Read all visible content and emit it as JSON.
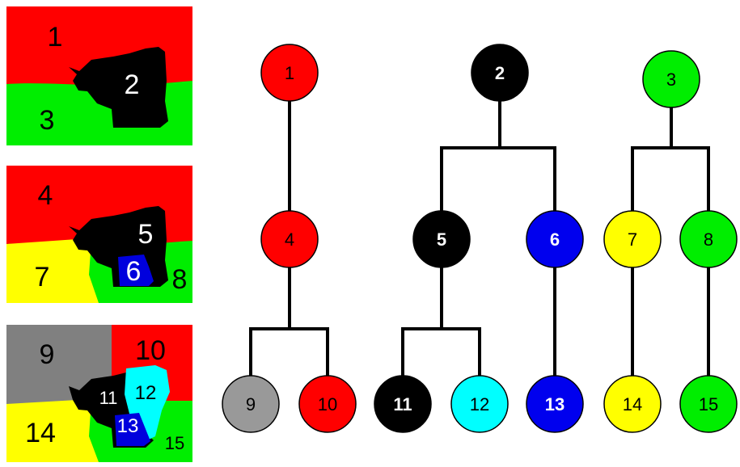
{
  "panels": [
    {
      "regions": [
        {
          "label": "1",
          "color": "#ff0000"
        },
        {
          "label": "2",
          "color": "#000000"
        },
        {
          "label": "3",
          "color": "#00ee00"
        }
      ]
    },
    {
      "regions": [
        {
          "label": "4",
          "color": "#ff0000"
        },
        {
          "label": "5",
          "color": "#000000"
        },
        {
          "label": "6",
          "color": "#0000dd"
        },
        {
          "label": "7",
          "color": "#ffff00"
        },
        {
          "label": "8",
          "color": "#00ee00"
        }
      ]
    },
    {
      "regions": [
        {
          "label": "9",
          "color": "#808080"
        },
        {
          "label": "10",
          "color": "#ff0000"
        },
        {
          "label": "11",
          "color": "#000000"
        },
        {
          "label": "12",
          "color": "#00ffff"
        },
        {
          "label": "13",
          "color": "#0000dd"
        },
        {
          "label": "14",
          "color": "#ffff00"
        },
        {
          "label": "15",
          "color": "#00ee00"
        }
      ]
    }
  ],
  "tree": {
    "nodes": [
      {
        "id": "1",
        "label": "1",
        "color": "#ff0000",
        "level": 0
      },
      {
        "id": "2",
        "label": "2",
        "color": "#000000",
        "level": 0
      },
      {
        "id": "3",
        "label": "3",
        "color": "#00ee00",
        "level": 0
      },
      {
        "id": "4",
        "label": "4",
        "color": "#ff0000",
        "level": 1,
        "parent": "1"
      },
      {
        "id": "5",
        "label": "5",
        "color": "#000000",
        "level": 1,
        "parent": "2"
      },
      {
        "id": "6",
        "label": "6",
        "color": "#0000ee",
        "level": 1,
        "parent": "2"
      },
      {
        "id": "7",
        "label": "7",
        "color": "#ffff00",
        "level": 1,
        "parent": "3"
      },
      {
        "id": "8",
        "label": "8",
        "color": "#00ee00",
        "level": 1,
        "parent": "3"
      },
      {
        "id": "9",
        "label": "9",
        "color": "#999999",
        "level": 2,
        "parent": "4"
      },
      {
        "id": "10",
        "label": "10",
        "color": "#ff0000",
        "level": 2,
        "parent": "4"
      },
      {
        "id": "11",
        "label": "11",
        "color": "#000000",
        "level": 2,
        "parent": "5"
      },
      {
        "id": "12",
        "label": "12",
        "color": "#00ffff",
        "level": 2,
        "parent": "5"
      },
      {
        "id": "13",
        "label": "13",
        "color": "#0000ee",
        "level": 2,
        "parent": "6"
      },
      {
        "id": "14",
        "label": "14",
        "color": "#ffff00",
        "level": 2,
        "parent": "7"
      },
      {
        "id": "15",
        "label": "15",
        "color": "#00ee00",
        "level": 2,
        "parent": "8"
      }
    ]
  }
}
